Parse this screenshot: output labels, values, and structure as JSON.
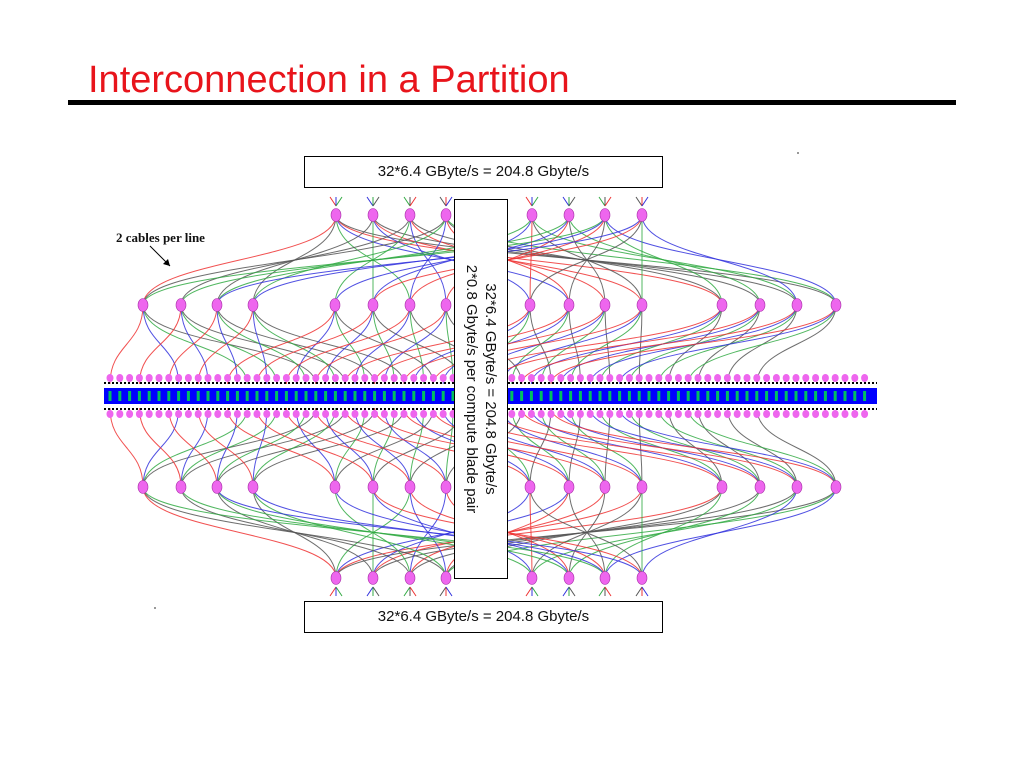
{
  "slide": {
    "title": "Interconnection in a Partition"
  },
  "labels": {
    "top_bandwidth": "32*6.4 GByte/s = 204.8 Gbyte/s",
    "bottom_bandwidth": "32*6.4 GByte/s = 204.8 Gbyte/s",
    "vertical_line1": "32*6.4 GByte/s = 204.8 Gbyte/s",
    "vertical_line2": "2*0.8 Gbyte/s per compute blade pair",
    "cable_note": "2 cables per line"
  },
  "colors": {
    "title": "#e8141b",
    "node": "#ee66ee",
    "blade_band": "#0000ff",
    "cable_red": "#ee3333",
    "cable_blue": "#3333dd",
    "cable_green": "#33aa44",
    "cable_gray": "#555555"
  }
}
